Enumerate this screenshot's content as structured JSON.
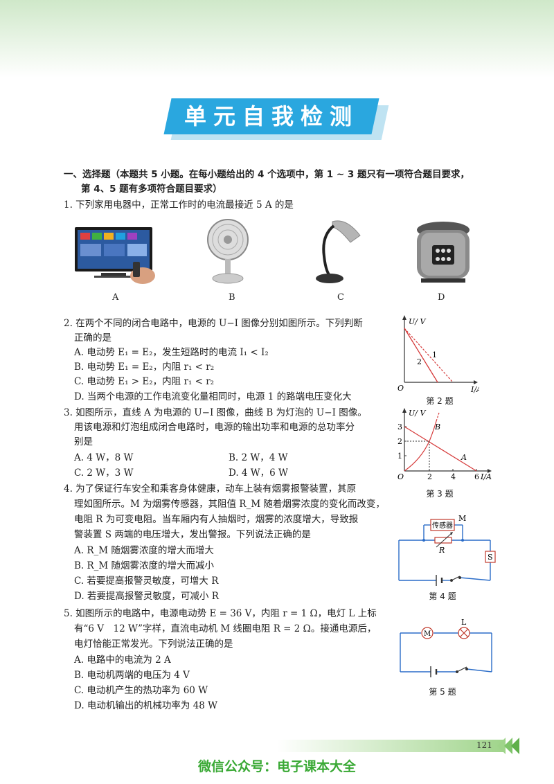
{
  "title": "单元自我检测",
  "section": {
    "line1": "一、选择题（本题共 5 小题。在每小题给出的 4 个选项中，第 1 ~ 3 题只有一项符合题目要求，",
    "line2": "第 4、5 题有多项符合题目要求）"
  },
  "q1": {
    "stem": "1. 下列家用电器中，正常工作时的电流最接近 5 A 的是",
    "options": [
      "A",
      "B",
      "C",
      "D"
    ]
  },
  "q2": {
    "stem1": "2. 在两个不同的闭合电路中，电源的 U−I 图像分别如图所示。下列判断",
    "stem2": "正确的是",
    "a": "A. 电动势 E₁ = E₂，发生短路时的电流 I₁ < I₂",
    "b": "B. 电动势 E₁ = E₂，内阻 r₁ < r₂",
    "c": "C. 电动势 E₁ > E₂，内阻 r₁ < r₂",
    "d": "D. 当两个电源的工作电流变化量相同时，电源 1 的路端电压变化大",
    "caption": "第 2 题",
    "graph": {
      "ylabel": "U/ V",
      "xlabel": "I/A",
      "origin": "O",
      "line1": "1",
      "line2": "2"
    }
  },
  "q3": {
    "stem1": "3. 如图所示，直线 A 为电源的 U−I 图像，曲线 B 为灯泡的 U−I 图像。",
    "stem2": "用该电源和灯泡组成闭合电路时，电源的输出功率和电源的总功率分",
    "stem3": "别是",
    "a": "A. 4 W，8 W",
    "b": "B. 2 W，4 W",
    "c": "C. 2 W，3 W",
    "d": "D. 4 W，6 W",
    "caption": "第 3 题",
    "graph": {
      "ylabel": "U/ V",
      "xlabel": "I/A",
      "origin": "O",
      "yticks": [
        "1",
        "2",
        "3"
      ],
      "xticks": [
        "2",
        "4",
        "6"
      ],
      "lineA": "A",
      "curveB": "B"
    }
  },
  "q4": {
    "stem1": "4. 为了保证行车安全和乘客身体健康，动车上装有烟雾报警装置，其原",
    "stem2": "理如图所示。M 为烟雾传感器，其阻值 R_M 随着烟雾浓度的变化而改变，",
    "stem3": "电阻 R 为可变电阻。当车厢内有人抽烟时，烟雾的浓度增大，导致报",
    "stem4": "警装置 S 两端的电压增大，发出警报。下列说法正确的是",
    "a": "A. R_M 随烟雾浓度的增大而增大",
    "b": "B. R_M 随烟雾浓度的增大而减小",
    "c": "C. 若要提高报警灵敏度，可增大 R",
    "d": "D. 若要提高报警灵敏度，可减小 R",
    "caption": "第 4 题",
    "circuit": {
      "sensor": "传感器",
      "m": "M",
      "r": "R",
      "s": "S"
    }
  },
  "q5": {
    "stem1": "5. 如图所示的电路中，电源电动势 E = 36 V，内阻 r = 1 Ω，电灯 L 上标",
    "stem2": "有“6 V　12 W”字样，直流电动机 M 线圈电阻 R = 2 Ω。接通电源后，",
    "stem3": "电灯恰能正常发光。下列说法正确的是",
    "a": "A. 电路中的电流为 2 A",
    "b": "B. 电动机两端的电压为 4 V",
    "c": "C. 电动机产生的热功率为 60 W",
    "d": "D. 电动机输出的机械功率为 48 W",
    "caption": "第 5 题",
    "circuit": {
      "motor": "M",
      "lamp": "L"
    }
  },
  "page_number": "121",
  "footer": "微信公众号：电子课本大全",
  "colors": {
    "title_bg": "#2aa7df",
    "title_shadow": "#bfe3f2",
    "footer_text": "#3aa935",
    "band": "#cfe8c9"
  }
}
